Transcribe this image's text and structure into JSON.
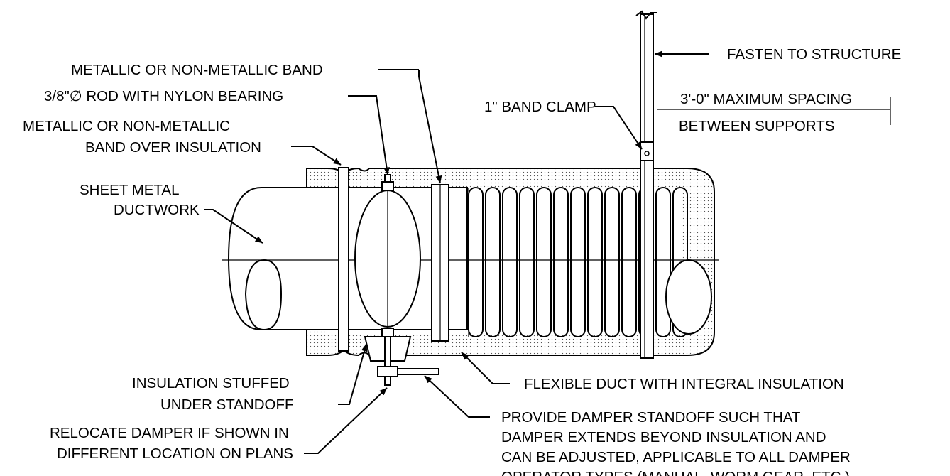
{
  "labels": {
    "band_metallic": "METALLIC OR NON-METALLIC BAND",
    "rod": "3/8\"∅ ROD WITH NYLON BEARING",
    "band_over_ins_1": "METALLIC OR NON-METALLIC",
    "band_over_ins_2": "BAND OVER INSULATION",
    "sheet_metal_1": "SHEET METAL",
    "sheet_metal_2": "DUCTWORK",
    "band_clamp": "1\" BAND CLAMP",
    "fasten": "FASTEN TO STRUCTURE",
    "spacing_1": "3'-0\" MAXIMUM SPACING",
    "spacing_2": "BETWEEN SUPPORTS",
    "insulation_1": "INSULATION STUFFED",
    "insulation_2": "UNDER STANDOFF",
    "flexible": "FLEXIBLE DUCT WITH INTEGRAL INSULATION",
    "relocate_1": "RELOCATE DAMPER IF SHOWN IN",
    "relocate_2": "DIFFERENT LOCATION ON PLANS",
    "provide_1": "PROVIDE DAMPER STANDOFF SUCH THAT",
    "provide_2": "DAMPER EXTENDS BEYOND INSULATION AND",
    "provide_3": "CAN BE ADJUSTED, APPLICABLE TO ALL DAMPER",
    "provide_4": "OPERATOR TYPES (MANUAL, WORM GEAR, ETC.)"
  }
}
